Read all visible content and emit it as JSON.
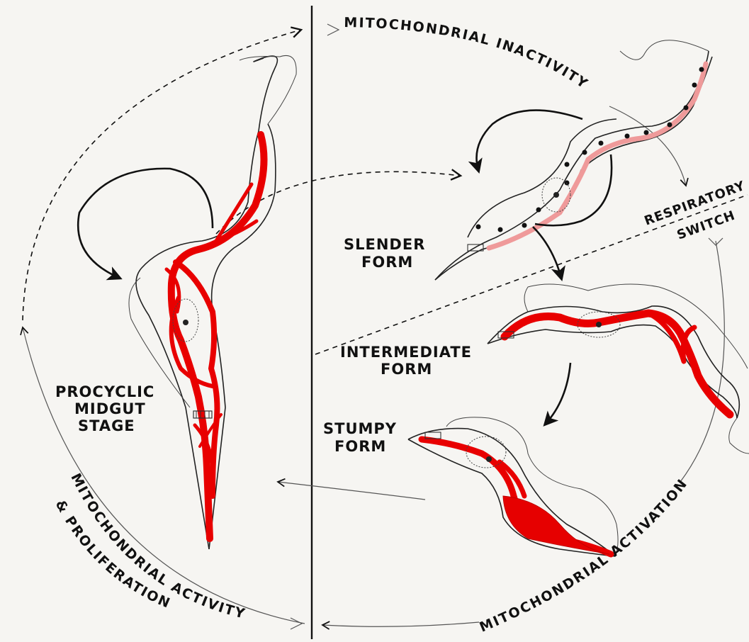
{
  "labels": {
    "procyclic": [
      "PROCYCLIC",
      "MIDGUT",
      "STAGE"
    ],
    "slender": [
      "SLENDER",
      "FORM"
    ],
    "intermediate": [
      "INTERMEDIATE",
      "FORM"
    ],
    "stumpy": [
      "STUMPY",
      "FORM"
    ],
    "respiratory_switch": [
      "RESPIRATORY",
      "SWITCH"
    ],
    "mito_inactivity": "MITOCHONDRIAL INACTIVITY",
    "mito_activation": "MITOCHONDRIAL ACTIVATION",
    "mito_activity_line1": "MITOCHONDRIAL ACTIVITY",
    "mito_activity_line2": "& PROLIFERATION"
  },
  "colors": {
    "mitochondrion": "#e60000",
    "inactive_mitochondrion": "#ef9a9a",
    "outline": "#222222",
    "background": "#f6f5f2"
  }
}
